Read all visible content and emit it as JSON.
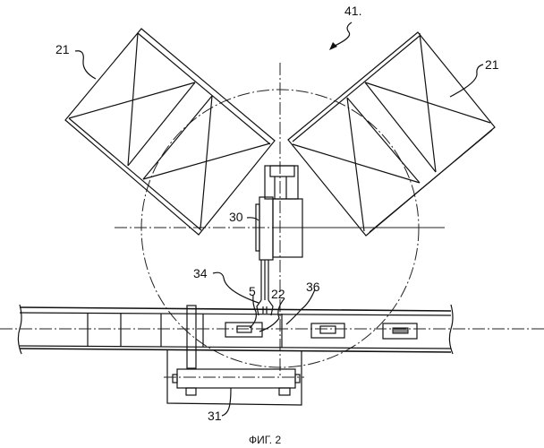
{
  "labels": {
    "assembly": "41.",
    "magazine_left": "21",
    "magazine_right": "21",
    "robot": "30",
    "gripper": "34",
    "part": "5",
    "carrier": "22",
    "conveyor": "36",
    "carriage": "31"
  },
  "caption": "ФИГ. 2"
}
